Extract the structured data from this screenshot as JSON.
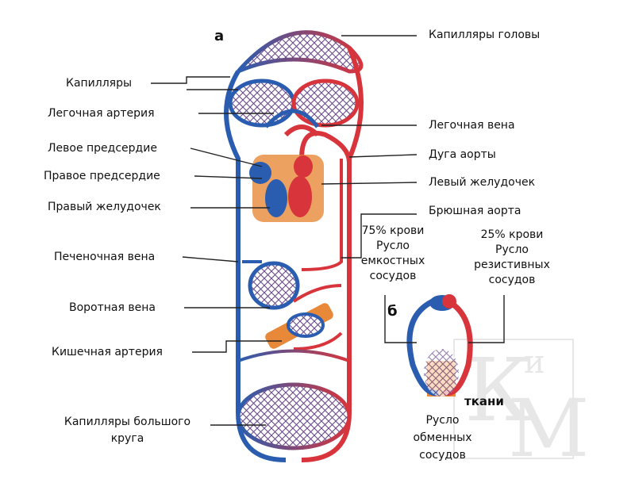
{
  "diagram": {
    "panel_a": "а",
    "panel_b": "б",
    "labels_left": {
      "capillaries": "Капилляры",
      "pulmonary_artery": "Легочная артерия",
      "left_atrium": "Левое предсердие",
      "right_atrium": "Правое предсердие",
      "right_ventricle": "Правый желудочек",
      "hepatic_vein": "Печеночная вена",
      "portal_vein": "Воротная вена",
      "intestinal_artery": "Кишечная артерия",
      "systemic_capillaries_1": "Капилляры большого",
      "systemic_capillaries_2": "круга"
    },
    "labels_right": {
      "head_capillaries": "Капилляры головы",
      "pulmonary_vein": "Легочная вена",
      "aortic_arch": "Дуга аорты",
      "left_ventricle": "Левый желудочек",
      "abdominal_aorta": "Брюшная аорта"
    },
    "panel_b_labels": {
      "capacitive_1": "75% крови",
      "capacitive_2": "Русло",
      "capacitive_3": "емкостных",
      "capacitive_4": "сосудов",
      "resistive_1": "25% крови",
      "resistive_2": "Русло",
      "resistive_3": "резистивных",
      "resistive_4": "сосудов",
      "tissues": "ткани",
      "exchange_1": "Русло",
      "exchange_2": "обменных",
      "exchange_3": "сосудов"
    },
    "watermark": "КиМ",
    "colors": {
      "vein": "#2a5db0",
      "artery": "#d8343c",
      "tissue": "#e8893a",
      "leader": "#222222"
    }
  }
}
